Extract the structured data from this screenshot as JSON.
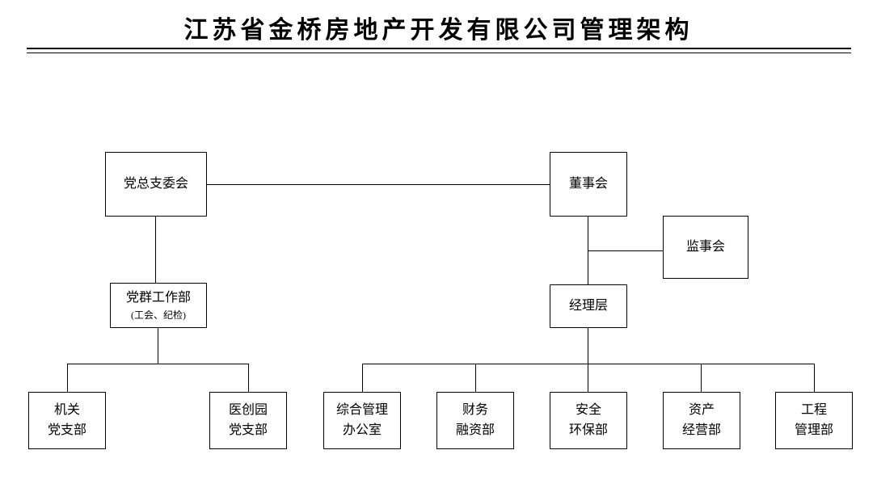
{
  "title": "江苏省金桥房地产开发有限公司管理架构",
  "colors": {
    "line": "#000000",
    "text": "#000000",
    "background": "#ffffff"
  },
  "nodes": {
    "party_committee": {
      "label": "党总支委会"
    },
    "board": {
      "label": "董事会"
    },
    "supervisory_board": {
      "label": "监事会"
    },
    "party_work_dept": {
      "label": "党群工作部",
      "sublabel": "(工会、纪检)"
    },
    "management": {
      "label": "经理层"
    },
    "office_party_branch": {
      "label": "机关\n党支部"
    },
    "medpark_party_branch": {
      "label": "医创园\n党支部"
    },
    "general_admin_office": {
      "label": "综合管理\n办公室"
    },
    "finance_dept": {
      "label": "财务\n融资部"
    },
    "safety_env_dept": {
      "label": "安全\n环保部"
    },
    "asset_mgmt_dept": {
      "label": "资产\n经营部"
    },
    "engineering_dept": {
      "label": "工程\n管理部"
    }
  }
}
